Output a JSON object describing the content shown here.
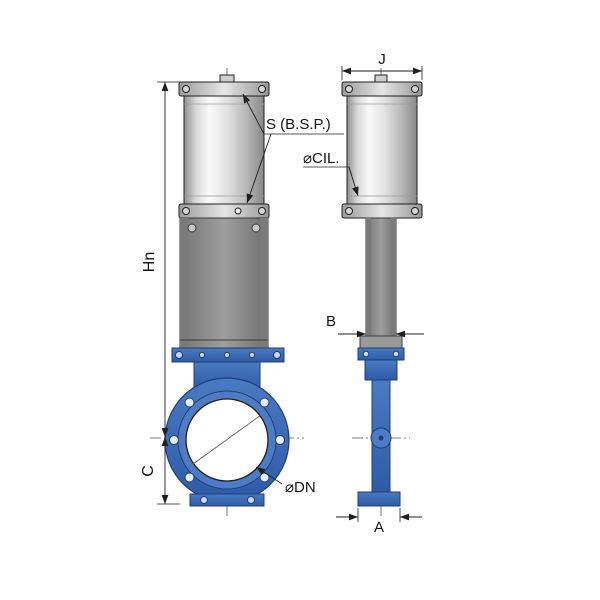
{
  "drawing": {
    "title": "knife-gate-valve-dimensional-drawing",
    "labels": {
      "j": "J",
      "s_bsp": "S (B.S.P.)",
      "cil": "⌀CIL.",
      "hn": "Hn",
      "b": "B",
      "c": "C",
      "dn": "⌀DN",
      "a": "A"
    },
    "colors": {
      "valve_blue": "#3c6cb5",
      "valve_blue_dark": "#1d3f78",
      "body_gray": "#8e8e8e",
      "outline": "#1f1f1f",
      "background": "#ffffff"
    }
  }
}
